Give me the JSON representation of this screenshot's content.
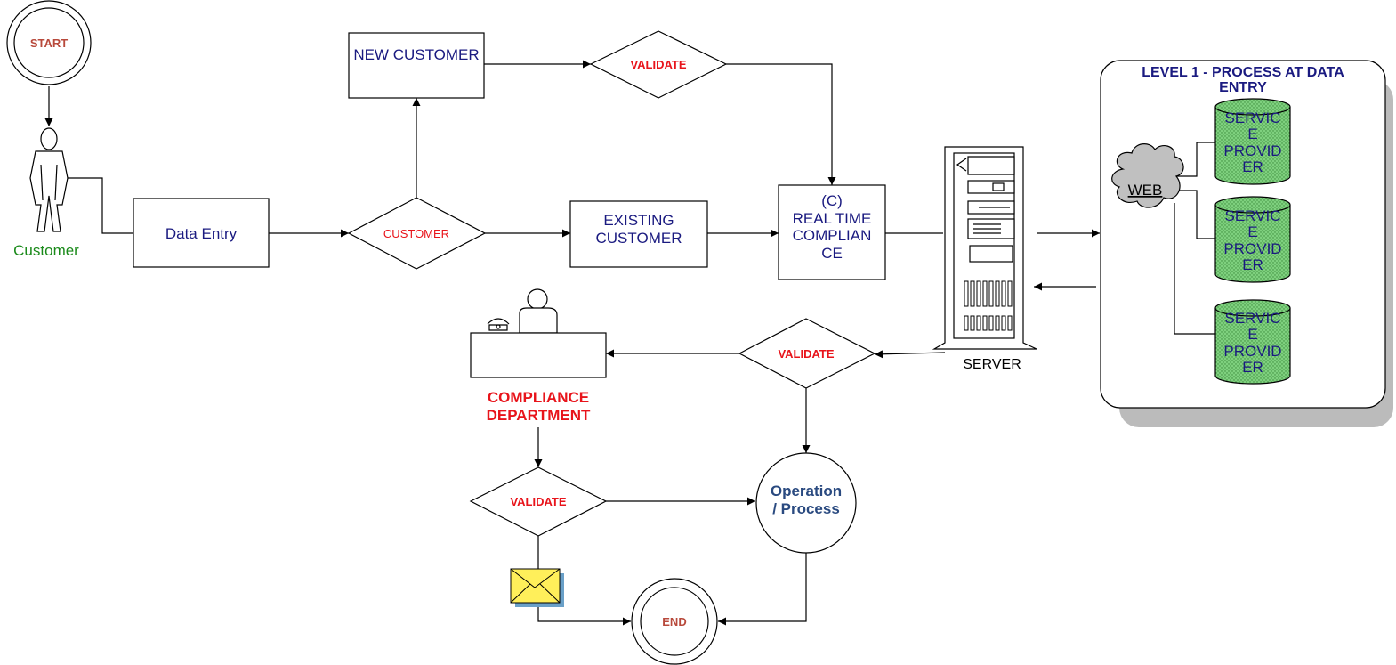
{
  "nodes": {
    "start": "START",
    "customer_actor": "Customer",
    "data_entry": "Data Entry",
    "customer_decision": "CUSTOMER",
    "new_customer": "NEW CUSTOMER",
    "validate_top": "VALIDATE",
    "existing_customer": "EXISTING CUSTOMER",
    "real_time_compliance": [
      "(C)",
      "REAL TIME",
      "COMPLIAN",
      "CE"
    ],
    "server": "SERVER",
    "validate_mid": "VALIDATE",
    "compliance_department": [
      "COMPLIANCE",
      "DEPARTMENT"
    ],
    "validate_bottom": "VALIDATE",
    "operation_process": [
      "Operation",
      "/ Process"
    ],
    "end": "END"
  },
  "level1_panel": {
    "title": [
      "LEVEL 1 - PROCESS AT DATA",
      "ENTRY"
    ],
    "web": "WEB",
    "service_providers": [
      [
        "SERVIC",
        "E",
        "PROVID",
        "ER"
      ],
      [
        "SERVIC",
        "E",
        "PROVID",
        "ER"
      ],
      [
        "SERVIC",
        "E",
        "PROVID",
        "ER"
      ]
    ]
  },
  "colors": {
    "navy_text": "#1a1a80",
    "red_text": "#e8141b",
    "terminal_text": "#b84a3c",
    "customer_text": "#1a8a1a",
    "service_provider_fill": "#7ed07e",
    "cloud_fill": "#c0c0c0",
    "envelope_fill": "#ffef5a"
  }
}
